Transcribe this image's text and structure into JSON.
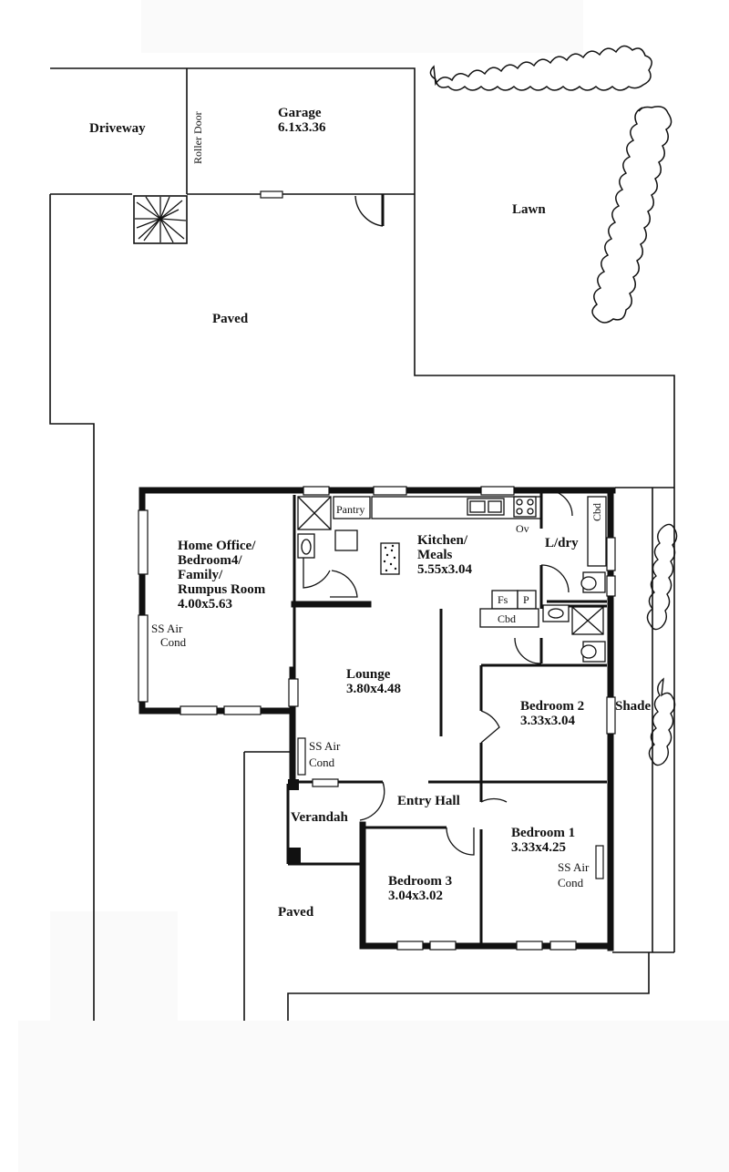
{
  "plan": {
    "driveway": "Driveway",
    "roller_door": "Roller Door",
    "garage": {
      "name": "Garage",
      "size": "6.1x3.36"
    },
    "lawn": "Lawn",
    "paved_top": "Paved",
    "paved_bottom": "Paved",
    "pantry": "Pantry",
    "ov": "Ov",
    "cbd_laundry": "Cbd",
    "fs": "Fs",
    "p": "P",
    "cbd_kitchen": "Cbd",
    "home_office": {
      "line1": "Home Office/",
      "line2": "Bedroom4/",
      "line3": "Family/",
      "line4": "Rumpus Room",
      "size": "4.00x5.63"
    },
    "ss_air_office": {
      "line1": "SS Air",
      "line2": "Cond"
    },
    "kitchen": {
      "line1": "Kitchen/",
      "line2": "Meals",
      "size": "5.55x3.04"
    },
    "laundry": "L/dry",
    "lounge": {
      "name": "Lounge",
      "size": "3.80x4.48"
    },
    "ss_air_lounge": {
      "line1": "SS Air",
      "line2": "Cond"
    },
    "bedroom2": {
      "name": "Bedroom 2",
      "size": "3.33x3.04"
    },
    "shade": "Shade",
    "entry_hall": "Entry Hall",
    "verandah": "Verandah",
    "bedroom1": {
      "name": "Bedroom 1",
      "size": "3.33x4.25"
    },
    "ss_air_bed1": {
      "line1": "SS Air",
      "line2": "Cond"
    },
    "bedroom3": {
      "name": "Bedroom 3",
      "size": "3.04x3.02"
    }
  }
}
